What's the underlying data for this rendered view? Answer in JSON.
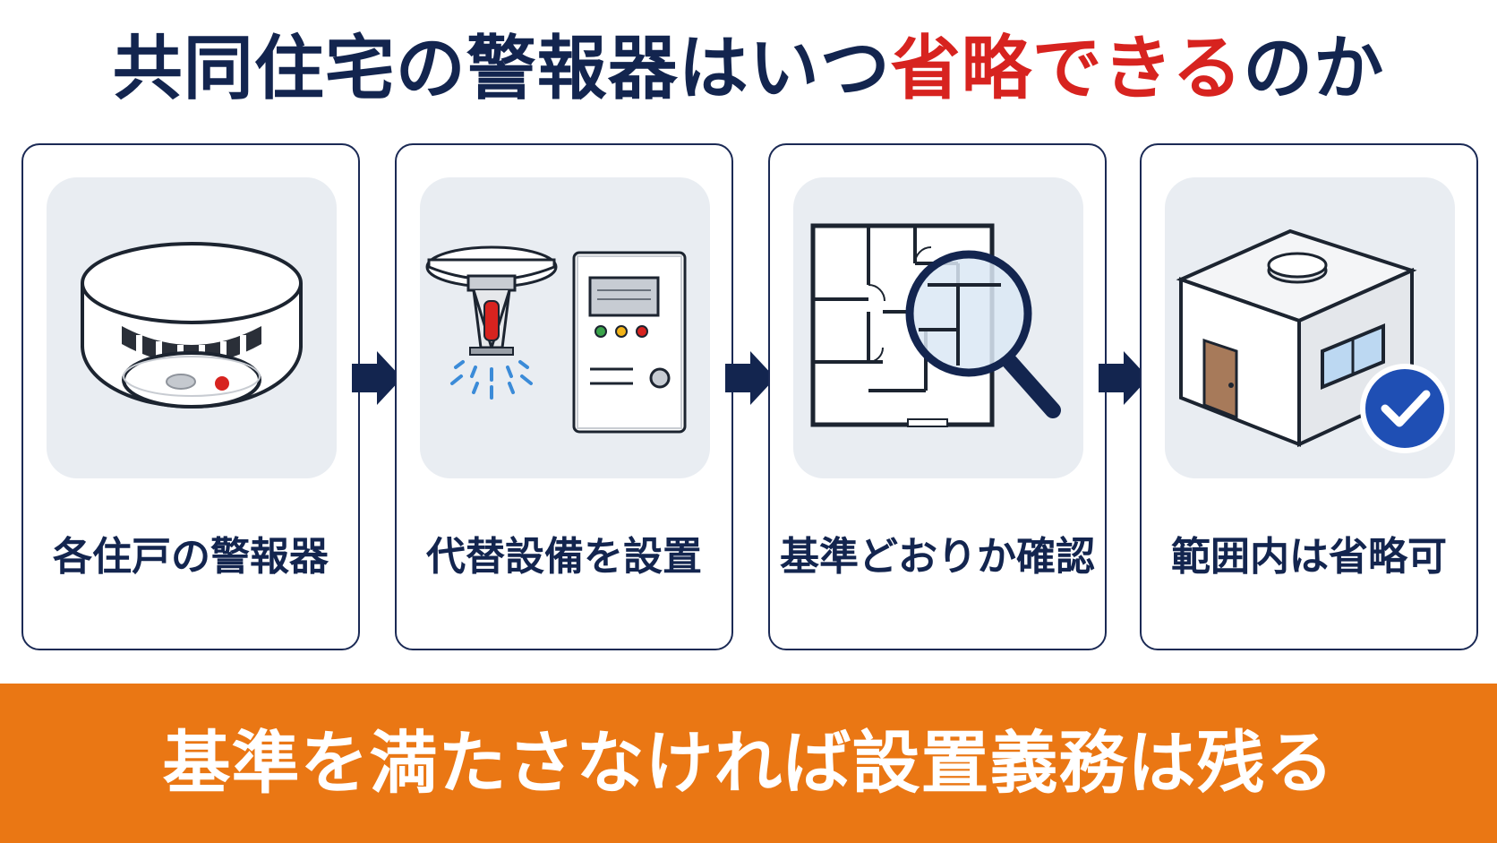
{
  "title": {
    "part1": "共同住宅の警報器はいつ",
    "accent": "省略できる",
    "part2": "のか"
  },
  "steps": [
    {
      "label": "各住戸の警報器",
      "icon": "smoke-detector-icon"
    },
    {
      "label": "代替設備を設置",
      "icon": "sprinkler-and-control-panel-icon"
    },
    {
      "label": "基準どおりか確認",
      "icon": "floor-plan-magnifier-icon"
    },
    {
      "label": "範囲内は省略可",
      "icon": "house-with-checkmark-icon"
    }
  ],
  "banner": {
    "text": "基準を満たさなければ設置義務は残る"
  },
  "colors": {
    "navy": "#13254f",
    "accent_red": "#d7231f",
    "banner_orange": "#ea7714",
    "check_blue": "#1f4fb4"
  }
}
